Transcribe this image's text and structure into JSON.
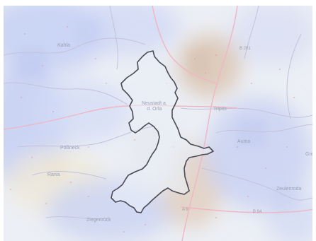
{
  "map": {
    "places": [
      {
        "id": "kahla",
        "name": "Kahla"
      },
      {
        "id": "neustadt",
        "name": "Neustadt a.\nd. Orla"
      },
      {
        "id": "triptis",
        "name": "Triptis"
      },
      {
        "id": "possneck",
        "name": "Pößneck"
      },
      {
        "id": "ranis",
        "name": "Ranis"
      },
      {
        "id": "auma",
        "name": "Auma"
      },
      {
        "id": "zeulenroda",
        "name": "Zeulenroda"
      },
      {
        "id": "ziegenrueck",
        "name": "Ziegenrück"
      },
      {
        "id": "greiz",
        "name": "Greiz"
      }
    ],
    "roads": [
      {
        "id": "a9",
        "name": "A 9"
      },
      {
        "id": "b281",
        "name": "B 281"
      },
      {
        "id": "b94",
        "name": "B 94"
      }
    ],
    "colors": {
      "boundary": "#4b4b55",
      "raster_low": "#c9d3f2",
      "raster_high": "#d8c2b2",
      "road_major": "#f2b8c6",
      "road_minor": "#c7c6dd"
    }
  }
}
